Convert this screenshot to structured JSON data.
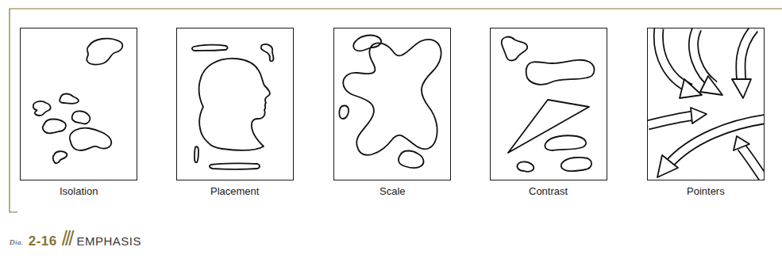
{
  "diagram": {
    "title": "EMPHASIS",
    "nodes": [
      {
        "text": [
          "Isolation"
        ]
      },
      {
        "text": [
          "Placement"
        ]
      },
      {
        "text": [
          "Scale"
        ]
      },
      {
        "text": [
          "Contrast"
        ]
      },
      {
        "text": [
          "Pointers"
        ]
      }
    ],
    "labels": [
      "Dia.",
      "2-16",
      "///"
    ]
  }
}
